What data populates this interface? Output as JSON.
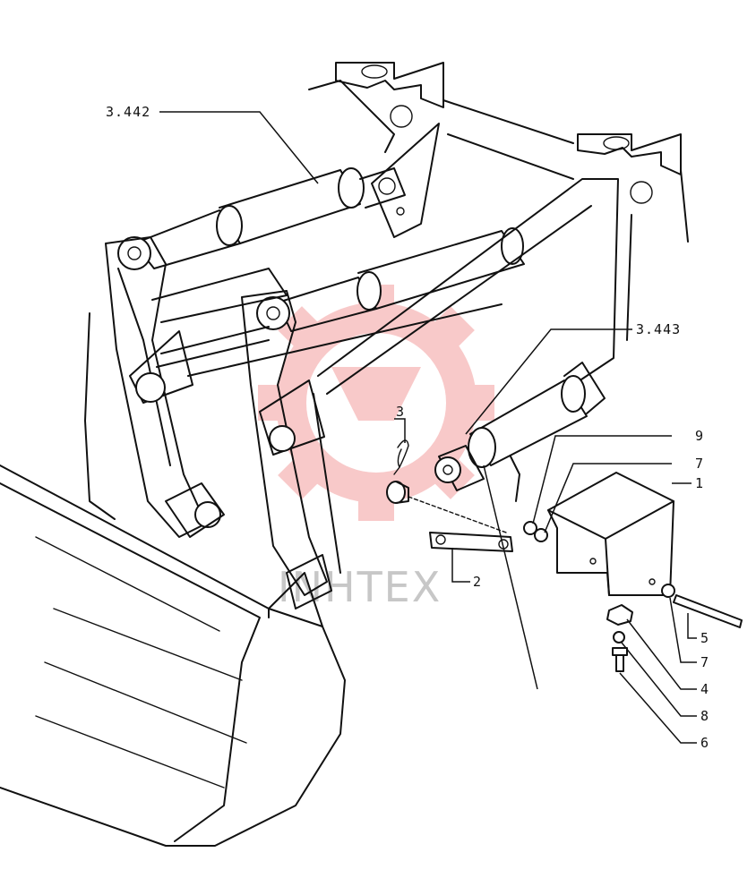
{
  "watermark": {
    "text": "INHTEX",
    "gear_color": "#f08a8a"
  },
  "callouts": [
    {
      "id": "c-3442",
      "label": "3.442"
    },
    {
      "id": "c-3443",
      "label": "3.443"
    },
    {
      "id": "c-3",
      "label": "3"
    },
    {
      "id": "c-9",
      "label": "9"
    },
    {
      "id": "c-7a",
      "label": "7"
    },
    {
      "id": "c-1",
      "label": "1"
    },
    {
      "id": "c-2",
      "label": "2"
    },
    {
      "id": "c-5",
      "label": "5"
    },
    {
      "id": "c-7b",
      "label": "7"
    },
    {
      "id": "c-4",
      "label": "4"
    },
    {
      "id": "c-8",
      "label": "8"
    },
    {
      "id": "c-6",
      "label": "6"
    }
  ]
}
